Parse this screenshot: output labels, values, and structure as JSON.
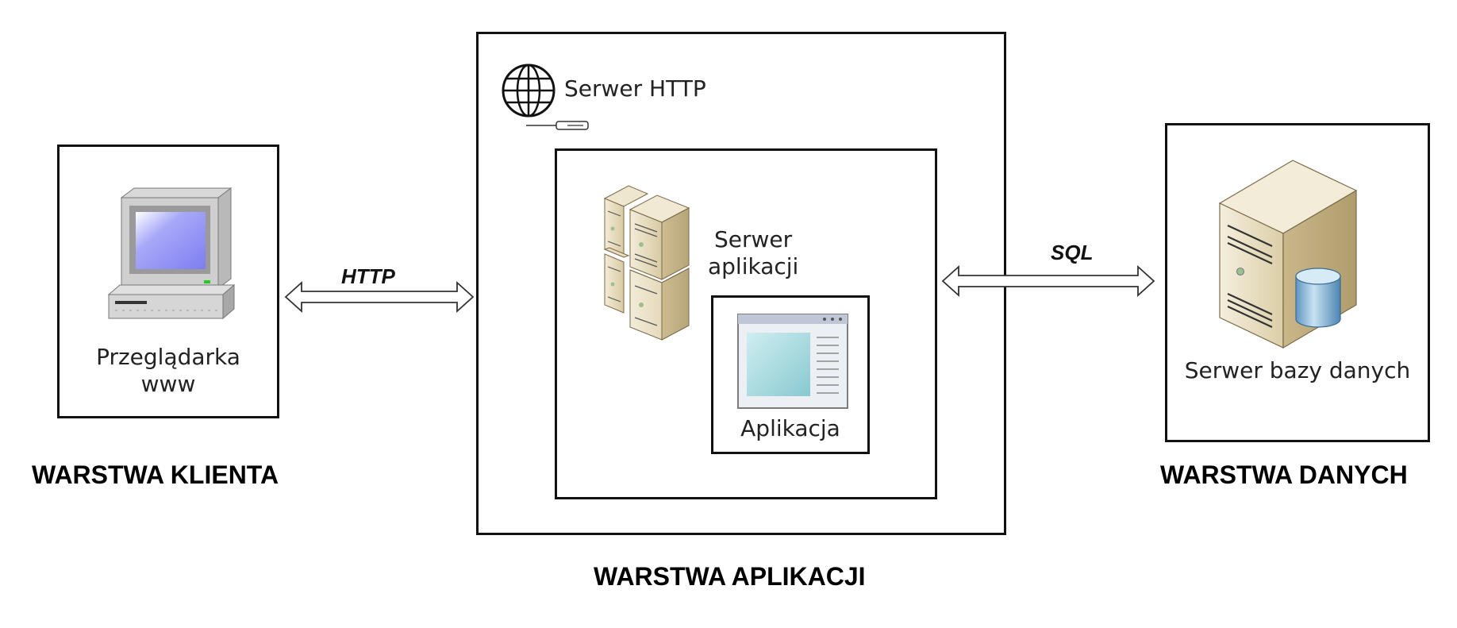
{
  "client": {
    "label_line1": "Przeglądarka",
    "label_line2": "www",
    "layer": "WARSTWA KLIENTA",
    "icon": "computer-icon"
  },
  "app": {
    "http_server_label": "Serwer HTTP",
    "http_server_icon": "globe-server-icon",
    "app_server_line1": "Serwer",
    "app_server_line2": "aplikacji",
    "app_server_icon": "server-cluster-icon",
    "application_label": "Aplikacja",
    "application_icon": "application-window-icon",
    "layer": "WARSTWA APLIKACJI"
  },
  "data": {
    "label": "Serwer bazy danych",
    "icon": "database-server-icon",
    "layer": "WARSTWA DANYCH"
  },
  "connections": {
    "client_app": "HTTP",
    "app_data": "SQL"
  },
  "colors": {
    "border": "#111111",
    "monitor_screen": "#8f8ff5",
    "server_body": "#e6dcc2",
    "database": "#7fb2d6",
    "app_window": "#9fd3d8"
  }
}
